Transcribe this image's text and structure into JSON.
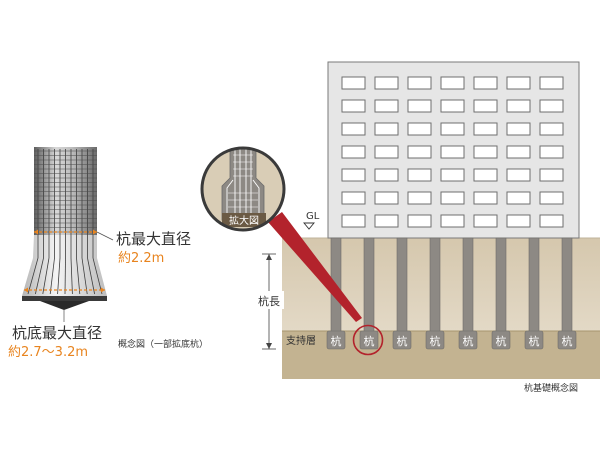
{
  "pile_detail": {
    "max_diameter_label": "杭最大直径",
    "max_diameter_value": "約2.2m",
    "base_diameter_label": "杭底最大直径",
    "base_diameter_value": "約2.7〜3.2m",
    "caption": "概念図（一部拡底杭）"
  },
  "foundation": {
    "zoom_label": "拡大図",
    "gl_label": "GL",
    "pile_length_label": "杭長",
    "bearing_layer_label": "支持層",
    "pile_labels": [
      "杭",
      "杭",
      "杭",
      "杭",
      "杭",
      "杭",
      "杭",
      "杭"
    ],
    "caption": "杭基礎概念図"
  },
  "colors": {
    "accent_orange": "#e8841f",
    "highlight_red": "#b3232c",
    "soil_upper": "#d9cdb6",
    "soil_bearing": "#c3b391",
    "pile": "#8d8984",
    "building": "#e6e6e6"
  }
}
